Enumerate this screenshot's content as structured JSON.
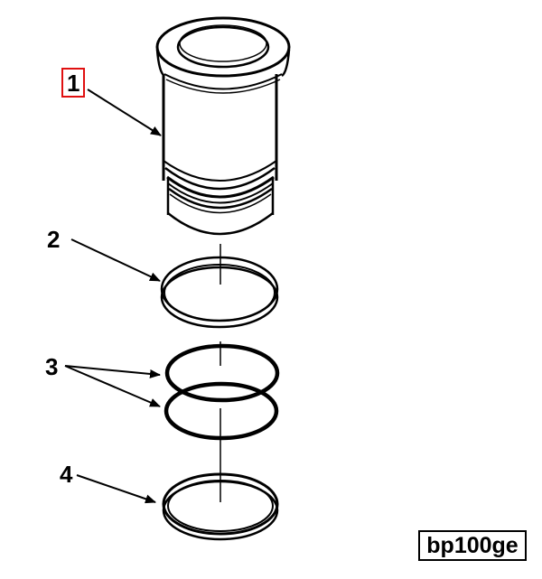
{
  "figure": {
    "id_label": "bp100ge",
    "selected_callout": "1",
    "highlight_color": "#e01010"
  },
  "callouts": [
    {
      "number": "1",
      "part": "cylinder-liner",
      "selected": true
    },
    {
      "number": "2",
      "part": "ring-2"
    },
    {
      "number": "3",
      "part": "o-rings"
    },
    {
      "number": "4",
      "part": "ring-4"
    }
  ]
}
